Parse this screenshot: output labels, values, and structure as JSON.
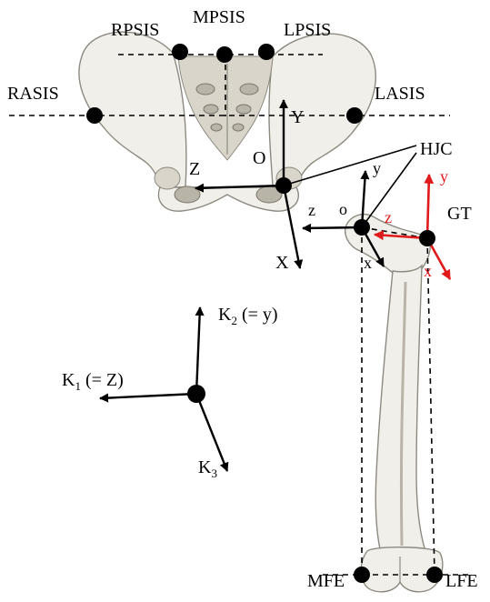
{
  "landmarks": {
    "rpsis": "RPSIS",
    "mpsis": "MPSIS",
    "lpsis": "LPSIS",
    "rasis": "RASIS",
    "lasis": "LASIS",
    "hjc": "HJC",
    "gt": "GT",
    "mfe": "MFE",
    "lfe": "LFE"
  },
  "pelvis_frame": {
    "origin": "O",
    "x_axis": "X",
    "y_axis": "Y",
    "z_axis": "Z"
  },
  "femur_frame": {
    "origin": "o",
    "x_axis": "x",
    "y_axis": "y",
    "z_axis": "z"
  },
  "gt_frame": {
    "x_axis": "x",
    "y_axis": "y",
    "z_axis": "z",
    "color": "#e0191b"
  },
  "rotation_axes": {
    "k1_base": "K",
    "k1_sub": "1",
    "k1_suffix": " (= Z)",
    "k2_base": "K",
    "k2_sub": "2",
    "k2_suffix": " (= y)",
    "k3_base": "K",
    "k3_sub": "3"
  }
}
